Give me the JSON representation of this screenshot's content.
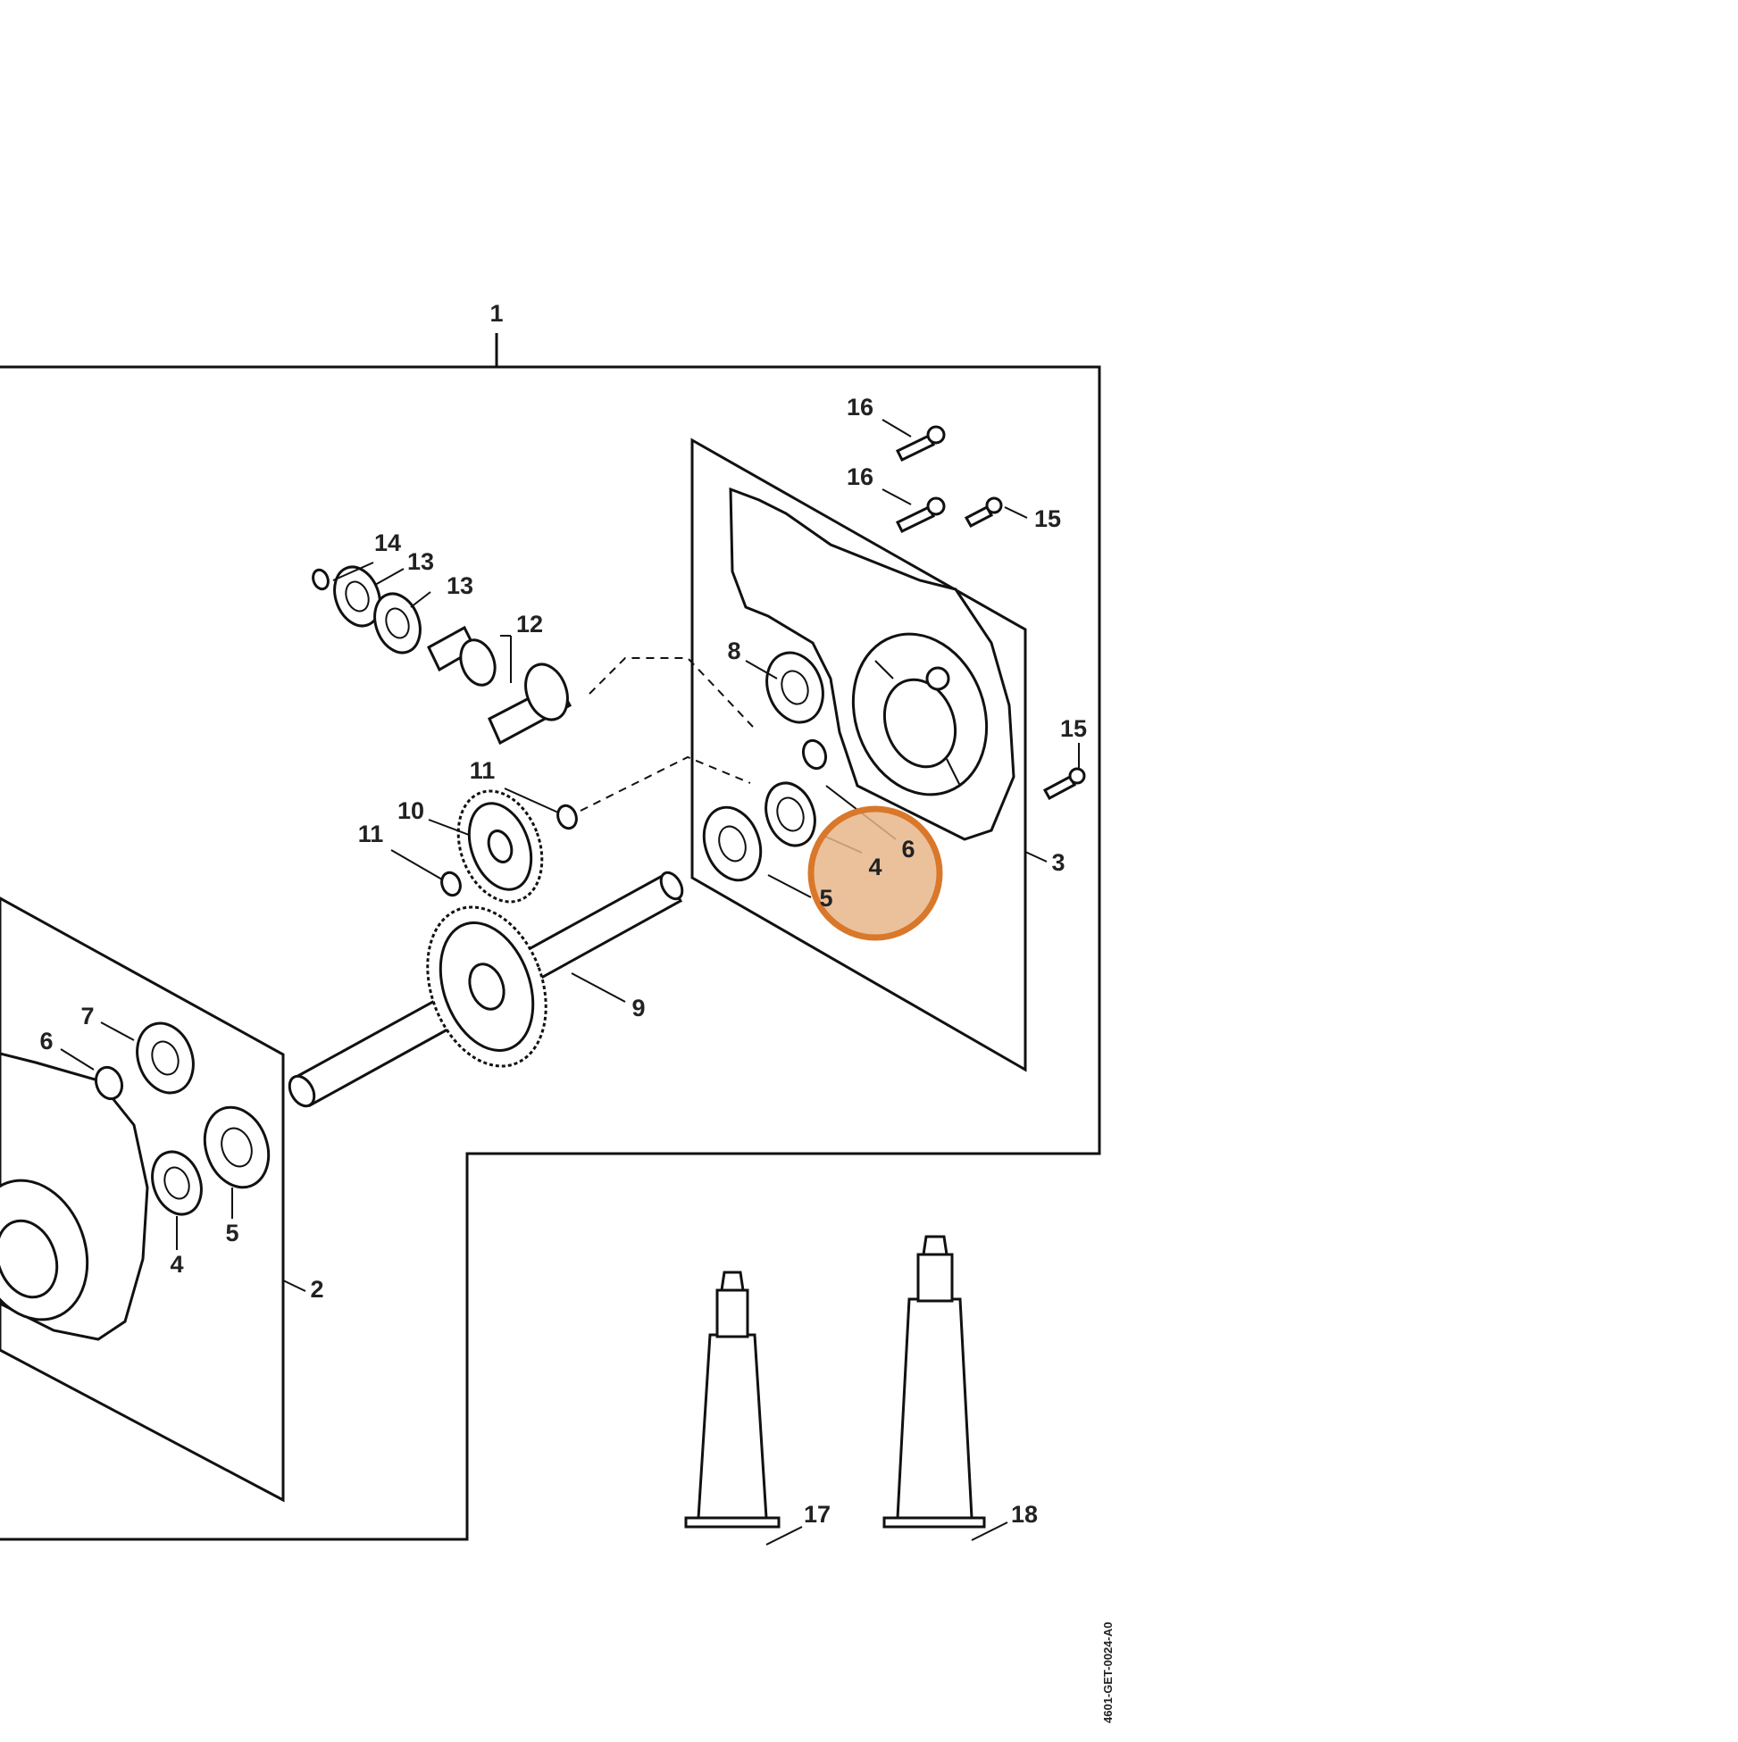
{
  "diagram": {
    "callouts": [
      "1",
      "2",
      "3",
      "4",
      "4",
      "5",
      "5",
      "6",
      "6",
      "7",
      "8",
      "9",
      "10",
      "11",
      "11",
      "12",
      "13",
      "13",
      "14",
      "15",
      "15",
      "16",
      "16",
      "17",
      "18"
    ],
    "drawing_number": "4601-GET-0024-A0"
  },
  "highlight": {
    "color": "#d9782a",
    "fill": "#e8b68b",
    "callout": "4"
  }
}
